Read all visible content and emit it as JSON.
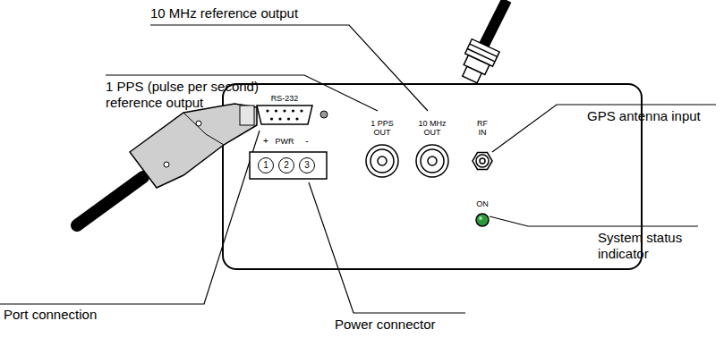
{
  "diagram": {
    "nodes": [
      {
        "text": [
          "RS-232",
          "+",
          "PWR",
          "-",
          "1 PPS OUT",
          "10 MHz OUT",
          "RF IN",
          "ON"
        ]
      },
      {
        "text": [
          "1"
        ],
        "in": 0
      },
      {
        "text": [
          "2"
        ],
        "in": 0
      },
      {
        "text": [
          "3"
        ],
        "in": 0
      }
    ],
    "labels": [
      "10 MHz reference output",
      "1 PPS (pulse per second) reference output",
      "GPS antenna input",
      "System status indicator",
      "Port connection",
      "Power connector"
    ]
  }
}
